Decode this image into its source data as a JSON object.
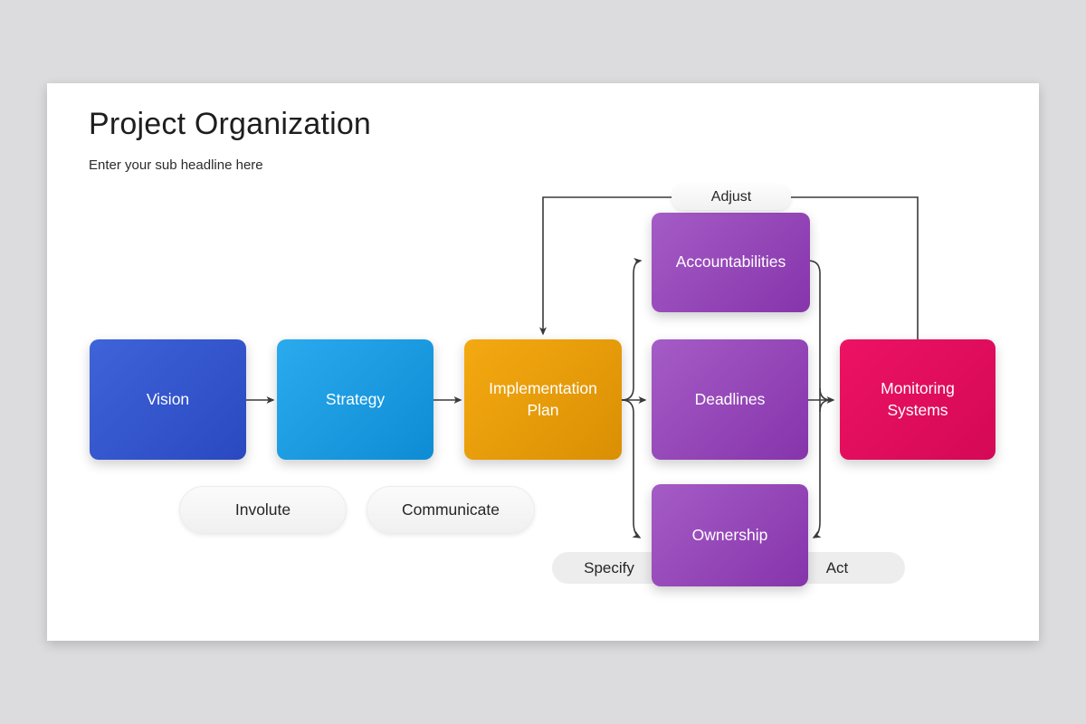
{
  "page": {
    "background_color": "#dcdcde",
    "slide_background": "#ffffff"
  },
  "slide": {
    "title": "Project Organization",
    "subtitle": "Enter your sub headline here"
  },
  "diagram": {
    "line_color": "#3a3a3a",
    "nodes": [
      {
        "id": "vision",
        "label": "Vision",
        "color_start": "#3f63d9",
        "color_end": "#2a49c0"
      },
      {
        "id": "strategy",
        "label": "Strategy",
        "color_start": "#2baaee",
        "color_end": "#0d8cd4"
      },
      {
        "id": "implementation-plan",
        "label": "Implementation Plan",
        "color_start": "#f4a911",
        "color_end": "#da8f04"
      },
      {
        "id": "accountabilities",
        "label": "Accountabilities",
        "color_start": "#a55cc6",
        "color_end": "#8634ab"
      },
      {
        "id": "deadlines",
        "label": "Deadlines",
        "color_start": "#a55cc6",
        "color_end": "#8634ab"
      },
      {
        "id": "ownership",
        "label": "Ownership",
        "color_start": "#a55cc6",
        "color_end": "#8634ab"
      },
      {
        "id": "monitoring-systems",
        "label": "Monitoring Systems",
        "color_start": "#ed1264",
        "color_end": "#d40955"
      }
    ],
    "connector_labels": {
      "adjust": "Adjust",
      "involute": "Involute",
      "communicate": "Communicate",
      "specify": "Specify",
      "act": "Act"
    }
  }
}
